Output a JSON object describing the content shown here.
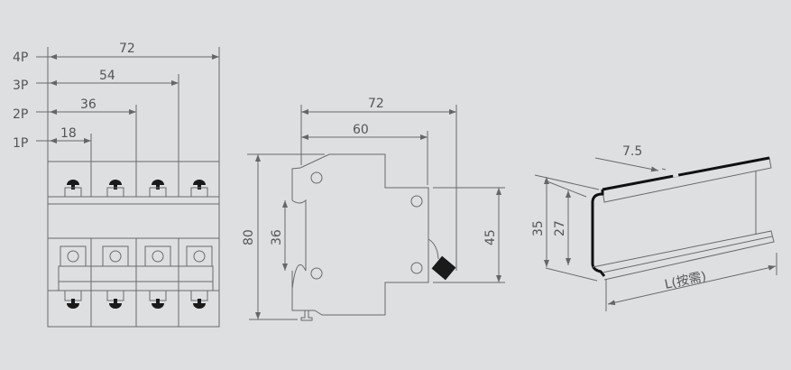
{
  "front_view": {
    "pole_labels": [
      "4P",
      "3P",
      "2P",
      "1P"
    ],
    "widths": [
      "72",
      "54",
      "36",
      "18"
    ]
  },
  "side_view": {
    "dims": {
      "overall_depth": "72",
      "depth_to_face": "60",
      "height": "80",
      "rail_clip": "36",
      "face_height": "45"
    }
  },
  "din_rail": {
    "dims": {
      "lip": "7.5",
      "outer_height": "35",
      "inner_height": "27",
      "length": "L(按需)"
    }
  }
}
